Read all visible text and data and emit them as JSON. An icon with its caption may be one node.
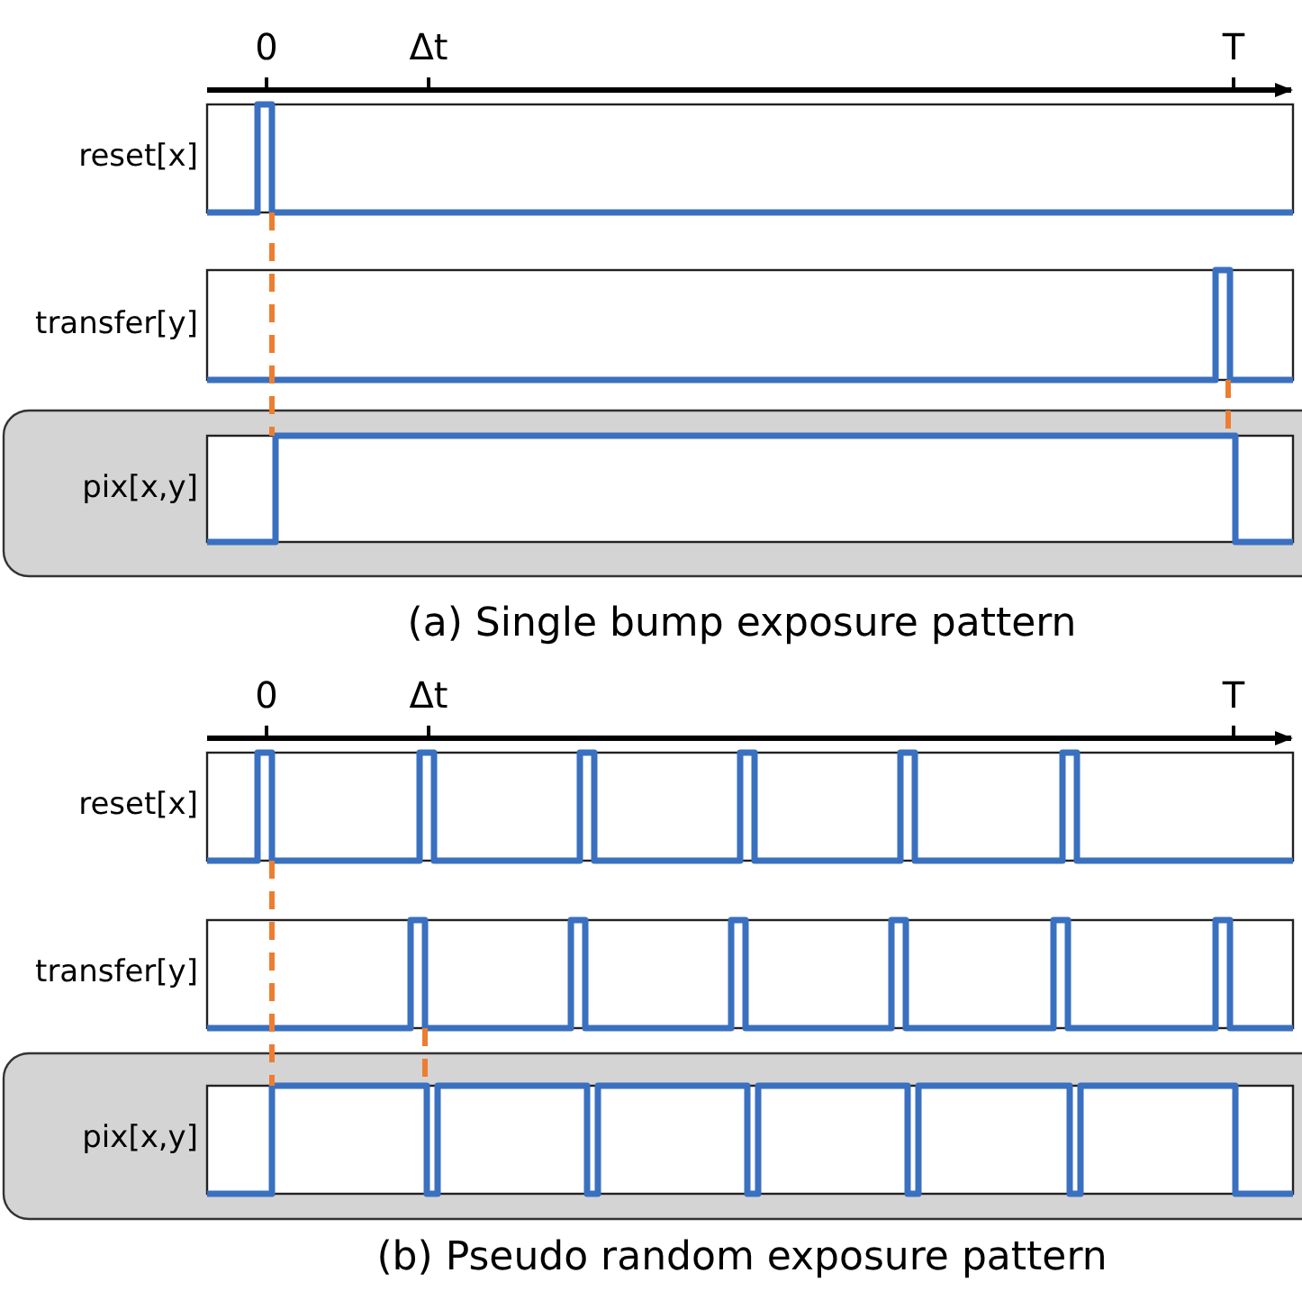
{
  "diagram": {
    "labels": [
      "0",
      "Δt",
      "T",
      "reset[x]",
      "transfer[y]",
      "pix[x,y]",
      "(a) Single bump exposure pattern",
      "0",
      "Δt",
      "T",
      "reset[x]",
      "transfer[y]",
      "pix[x,y]",
      "(b) Pseudo random exposure pattern"
    ]
  }
}
